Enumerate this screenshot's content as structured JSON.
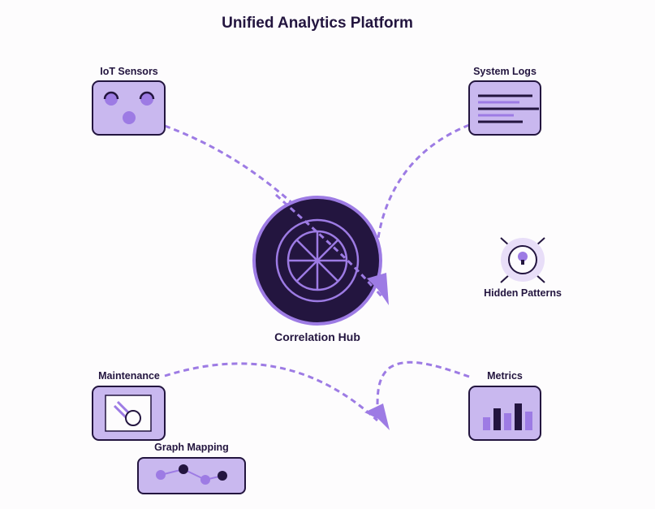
{
  "diagram": {
    "title": "Unified Analytics Platform",
    "nodes": {
      "iot_sensors": {
        "label": "IoT Sensors",
        "icon": "sensor-cluster-icon"
      },
      "system_logs": {
        "label": "System Logs",
        "icon": "log-lines-icon"
      },
      "correlation_hub": {
        "label": "Correlation Hub",
        "icon": "wheel-hub-icon"
      },
      "hidden_patterns": {
        "label": "Hidden Patterns",
        "icon": "lightbulb-icon"
      },
      "maintenance": {
        "label": "Maintenance",
        "icon": "magnifier-icon"
      },
      "metrics": {
        "label": "Metrics",
        "icon": "bar-chart-icon"
      },
      "graph_mapping": {
        "label": "Graph Mapping",
        "icon": "line-graph-icon"
      }
    },
    "colors": {
      "dark": "#23153f",
      "accent": "#9d7be4",
      "node_fill": "#c9b8ef",
      "background": "#fdfcfd"
    }
  }
}
